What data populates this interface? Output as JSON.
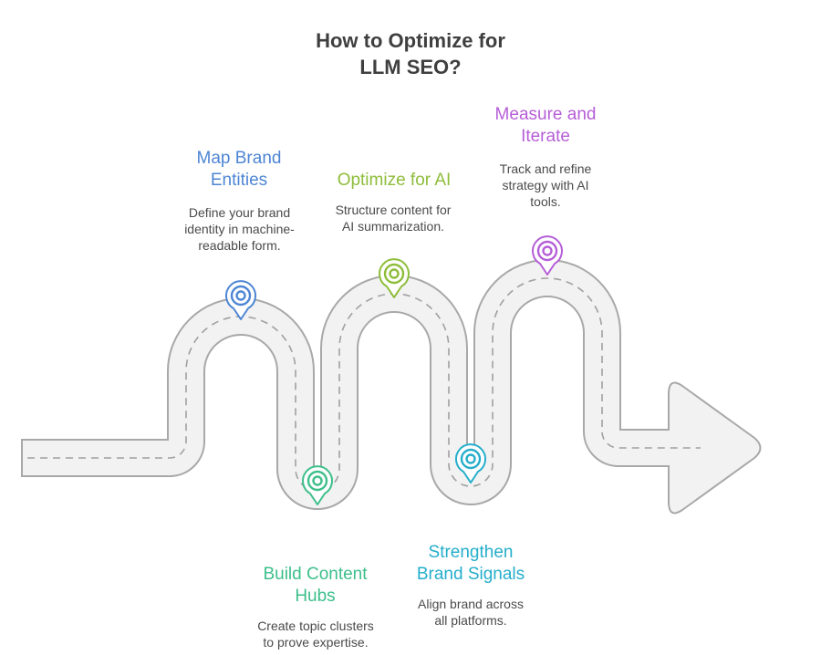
{
  "title": {
    "line1": "How to Optimize for",
    "line2": "LLM SEO?"
  },
  "steps": [
    {
      "title": [
        "Map Brand",
        "Entities"
      ],
      "desc": [
        "Define your brand",
        "identity in machine-",
        "readable form."
      ],
      "color": "#4e86d4",
      "icon": "location-pin-icon"
    },
    {
      "title": [
        "Build Content",
        "Hubs"
      ],
      "desc": [
        "Create topic clusters",
        "to prove expertise."
      ],
      "color": "#3dbf8a",
      "icon": "location-pin-icon"
    },
    {
      "title": [
        "Optimize for AI"
      ],
      "desc": [
        "Structure content for",
        "AI summarization."
      ],
      "color": "#8ebd3a",
      "icon": "location-pin-icon"
    },
    {
      "title": [
        "Strengthen",
        "Brand Signals"
      ],
      "desc": [
        "Align brand across",
        "all platforms."
      ],
      "color": "#25aecb",
      "icon": "location-pin-icon"
    },
    {
      "title": [
        "Measure and",
        "Iterate"
      ],
      "desc": [
        "Track and refine",
        "strategy with AI",
        "tools."
      ],
      "color": "#b65ed8",
      "icon": "location-pin-icon"
    }
  ],
  "road": {
    "fill": "#f2f2f2",
    "edge": "#a8a8a8",
    "dash": "#a0a0a0"
  }
}
